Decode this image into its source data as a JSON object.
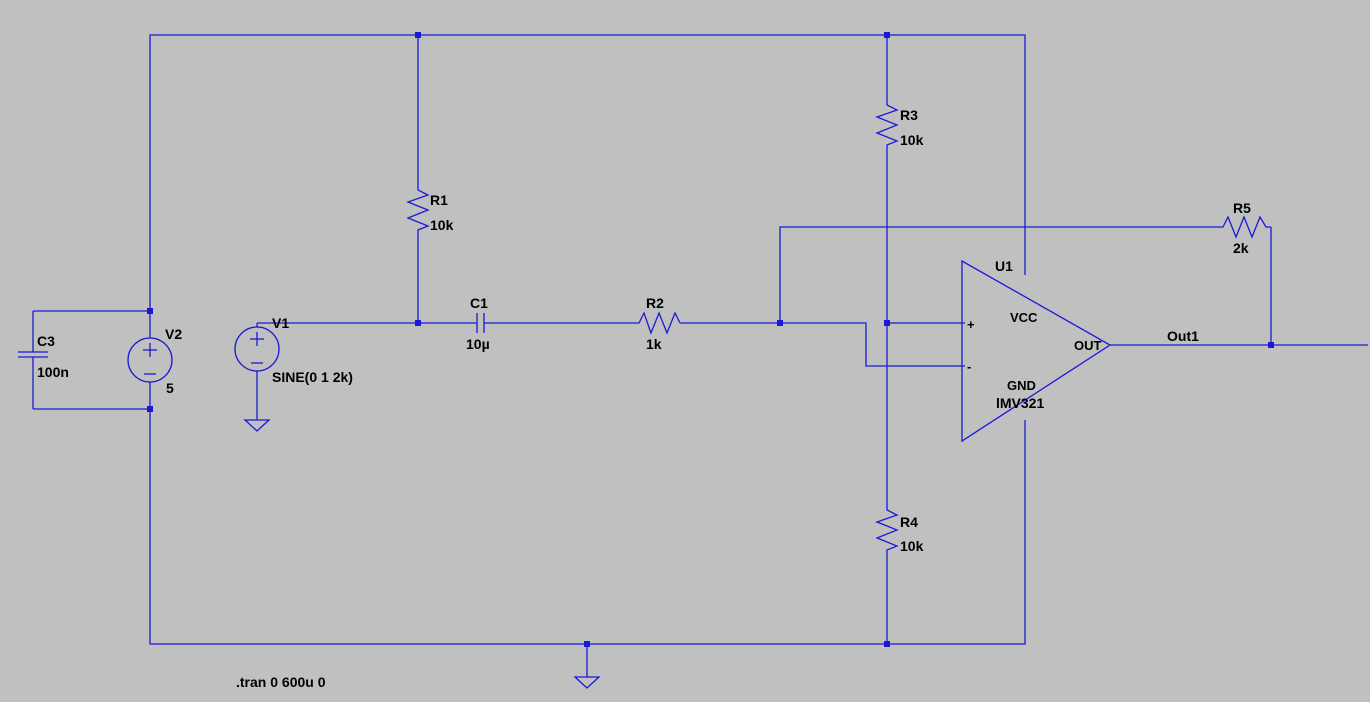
{
  "components": {
    "R1": {
      "ref": "R1",
      "value": "10k"
    },
    "R2": {
      "ref": "R2",
      "value": "1k"
    },
    "R3": {
      "ref": "R3",
      "value": "10k"
    },
    "R4": {
      "ref": "R4",
      "value": "10k"
    },
    "R5": {
      "ref": "R5",
      "value": "2k"
    },
    "C1": {
      "ref": "C1",
      "value": "10µ"
    },
    "C3": {
      "ref": "C3",
      "value": "100n"
    },
    "V1": {
      "ref": "V1",
      "value": "SINE(0 1 2k)"
    },
    "V2": {
      "ref": "V2",
      "value": "5"
    },
    "U1": {
      "ref": "U1",
      "model": "lMV321",
      "pins": {
        "plus": "+",
        "minus": "-",
        "vcc": "VCC",
        "gnd": "GND",
        "out": "OUT"
      }
    }
  },
  "nets": {
    "out1": "Out1"
  },
  "directive": ".tran 0 600u 0",
  "colors": {
    "background": "#c0c0c0",
    "wire": "#1a1ad6",
    "text": "#000000"
  }
}
